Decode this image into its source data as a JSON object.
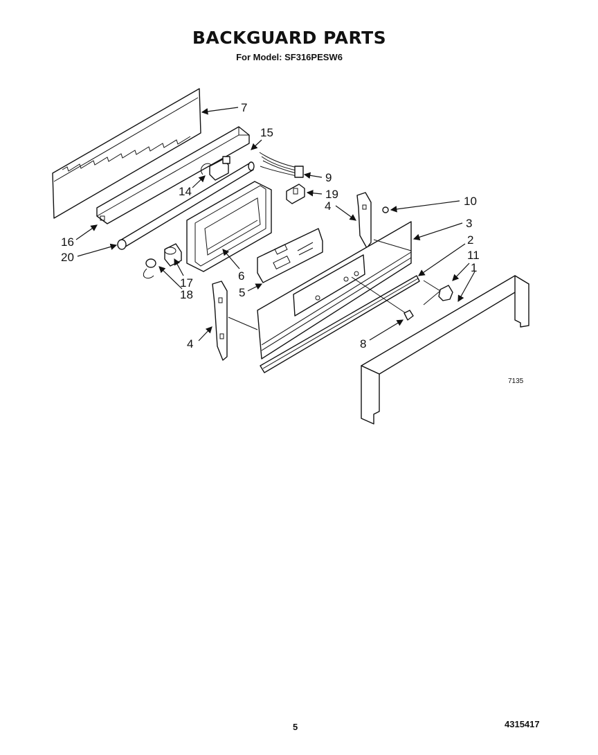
{
  "header": {
    "title": "BACKGUARD PARTS",
    "subtitle": "For Model: SF316PESW6"
  },
  "diagram_code": "7135",
  "footer": {
    "page_number": "5",
    "doc_number": "4315417"
  },
  "callouts": {
    "p1": "1",
    "p2": "2",
    "p3": "3",
    "p4a": "4",
    "p4b": "4",
    "p5": "5",
    "p6": "6",
    "p7": "7",
    "p8": "8",
    "p9": "9",
    "p10": "10",
    "p11": "11",
    "p14": "14",
    "p15": "15",
    "p16": "16",
    "p17": "17",
    "p18": "18",
    "p19": "19",
    "p20": "20"
  }
}
